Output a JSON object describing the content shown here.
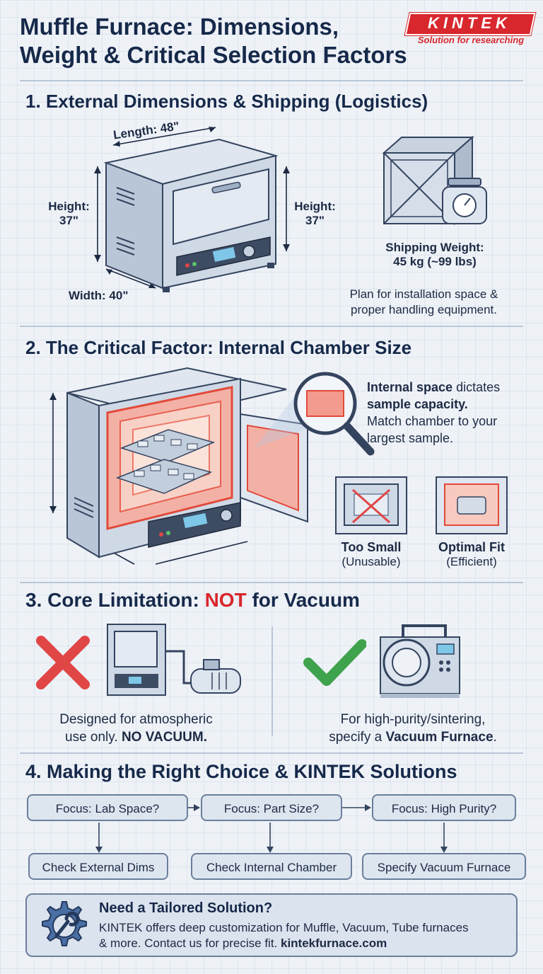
{
  "header": {
    "title_line1": "Muffle Furnace: Dimensions,",
    "title_line2": "Weight & Critical Selection Factors",
    "logo_text": "KINTEK",
    "logo_tagline": "Solution for researching"
  },
  "section1": {
    "heading": "1. External Dimensions & Shipping (Logistics)",
    "length_label": "Length: 48\"",
    "height_label_left": "Height:",
    "height_value_left": "37\"",
    "height_label_right": "Height:",
    "height_value_right": "37\"",
    "width_label": "Width: 40\"",
    "shipping_label": "Shipping Weight:",
    "shipping_value": "45 kg (~99 lbs)",
    "note_line1": "Plan for installation space &",
    "note_line2": "proper handling equipment."
  },
  "section2": {
    "heading": "2. The Critical Factor: Internal Chamber Size",
    "desc_bold1": "Internal space",
    "desc_text1": " dictates",
    "desc_bold2": "sample capacity.",
    "desc_line3": "Match chamber to your",
    "desc_line4": "largest sample.",
    "too_small_label": "Too Small",
    "too_small_sub": "(Unusable)",
    "optimal_label": "Optimal Fit",
    "optimal_sub": "(Efficient)"
  },
  "section3": {
    "heading_pre": "3. Core Limitation: ",
    "heading_not": "NOT",
    "heading_post": " for Vacuum",
    "left_line1": "Designed for atmospheric",
    "left_line2_pre": "use only. ",
    "left_line2_bold": "NO VACUUM.",
    "right_line1": "For high-purity/sintering,",
    "right_line2_pre": "specify a ",
    "right_line2_bold": "Vacuum Furnace",
    "right_line2_post": "."
  },
  "section4": {
    "heading": "4. Making the Right Choice & KINTEK Solutions",
    "focus": [
      "Focus: Lab Space?",
      "Focus: Part Size?",
      "Focus: High Purity?"
    ],
    "actions": [
      "Check External Dims",
      "Check Internal Chamber",
      "Specify Vacuum Furnace"
    ]
  },
  "cta": {
    "title": "Need a Tailored Solution?",
    "line1": "KINTEK offers deep customization for Muffle, Vacuum, Tube furnaces",
    "line2_pre": "& more. Contact us for precise fit. ",
    "line2_link": "kintekfurnace.com"
  },
  "colors": {
    "accent_red": "#d8272d",
    "navy": "#16294a",
    "check_green": "#3fa34d"
  }
}
